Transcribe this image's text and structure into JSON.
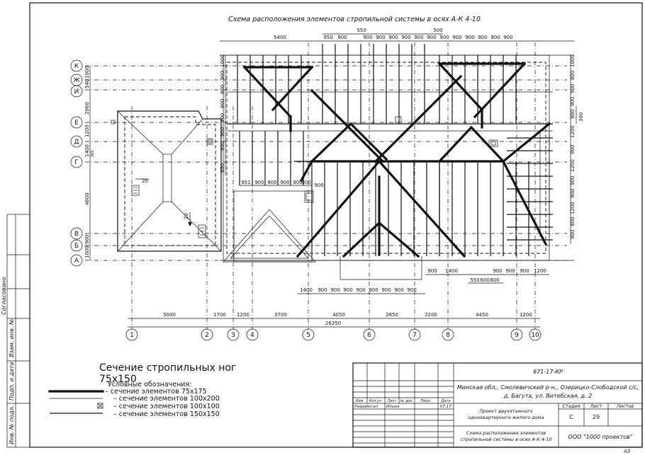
{
  "drawing": {
    "title": "Схема расположения элементов стропильной системы в осях А-К 4-10",
    "section_title": "Сечение стропильных ног",
    "section_size": "75x150",
    "legend_title": "Условные обозначения:",
    "legend": [
      {
        "symbol": "thick",
        "text": "–  сечение элементов 75х175"
      },
      {
        "symbol": "thin",
        "text": "–  сечение элементов 100х200"
      },
      {
        "symbol": "cross",
        "text": "–  сечение элементов 100х100"
      },
      {
        "symbol": "med",
        "text": "–  сечение элементов 150х150"
      }
    ],
    "slope_labels": [
      "20",
      "20"
    ],
    "total_dimension": "26350",
    "bottom_dims": [
      "5000",
      "1700",
      "1200",
      "3700",
      "4050",
      "2850",
      "2200",
      "4450",
      "1200"
    ],
    "top_dims": [
      "5400",
      "950",
      "900",
      "550",
      "900",
      "900",
      "900",
      "900",
      "900",
      "900",
      "500",
      "900",
      "900",
      "900",
      "900",
      "900",
      "900"
    ],
    "left_dims": [
      "1000",
      "540",
      "2060",
      "1200",
      "1400",
      "4600",
      "900",
      "1000"
    ],
    "left_dims_extra": [
      "300",
      "950"
    ],
    "right_dims": [
      "1000",
      "800",
      "900",
      "900",
      "900",
      "1200",
      "900",
      "1200",
      "900",
      "900",
      "1200",
      "900",
      "900",
      "1200"
    ],
    "right_dim_extra": "300",
    "mid_dims": [
      "951",
      "900",
      "900",
      "900",
      "900",
      "900"
    ],
    "mid_dim_extra": "900",
    "lower_dims": [
      "1400",
      "900",
      "900",
      "900",
      "900",
      "900",
      "900",
      "900",
      "900"
    ],
    "lower_right_dims": [
      "900",
      "1400",
      "900",
      "900",
      "900",
      "1200"
    ],
    "lower_right_small": [
      "550",
      "600",
      "600"
    ],
    "axes_x": [
      "1",
      "2",
      "3",
      "4",
      "5",
      "6",
      "7",
      "8",
      "9",
      "10"
    ],
    "axes_y": [
      "К",
      "Ж",
      "И",
      "Е",
      "Д",
      "Г",
      "В",
      "Б",
      "А"
    ]
  },
  "stamp": {
    "code": "671-17-КР",
    "address_line1": "Минская обл., Смолевичский р-н., Озерицко-Слободской с/с,",
    "address_line2": "д. Багута, ул. Витебская, д. 2",
    "project_line1": "Проект двухэтажного",
    "project_line2": "одноквартирного жилого дома",
    "sheet_title_line1": "Схема расположения элементов",
    "sheet_title_line2": "стропильной системы в осях А-К 4-10",
    "col_headers": [
      "Изм.",
      "Кол.уч.",
      "Лист",
      "№ док.",
      "Подп.",
      "Дата"
    ],
    "developed_label": "Разработал",
    "developer": "Ильюк",
    "date": "07.17",
    "stage_label": "Стадия",
    "sheet_label": "Лист",
    "sheets_label": "Листов",
    "stage": "С",
    "sheet": "29",
    "sheets": "",
    "company": "ООО \"1000 проектов\"",
    "format": "А3"
  },
  "side_stamp": [
    "Согласовано",
    "Взам. инв. №",
    "Подп. и дата",
    "Инв. № подл."
  ]
}
